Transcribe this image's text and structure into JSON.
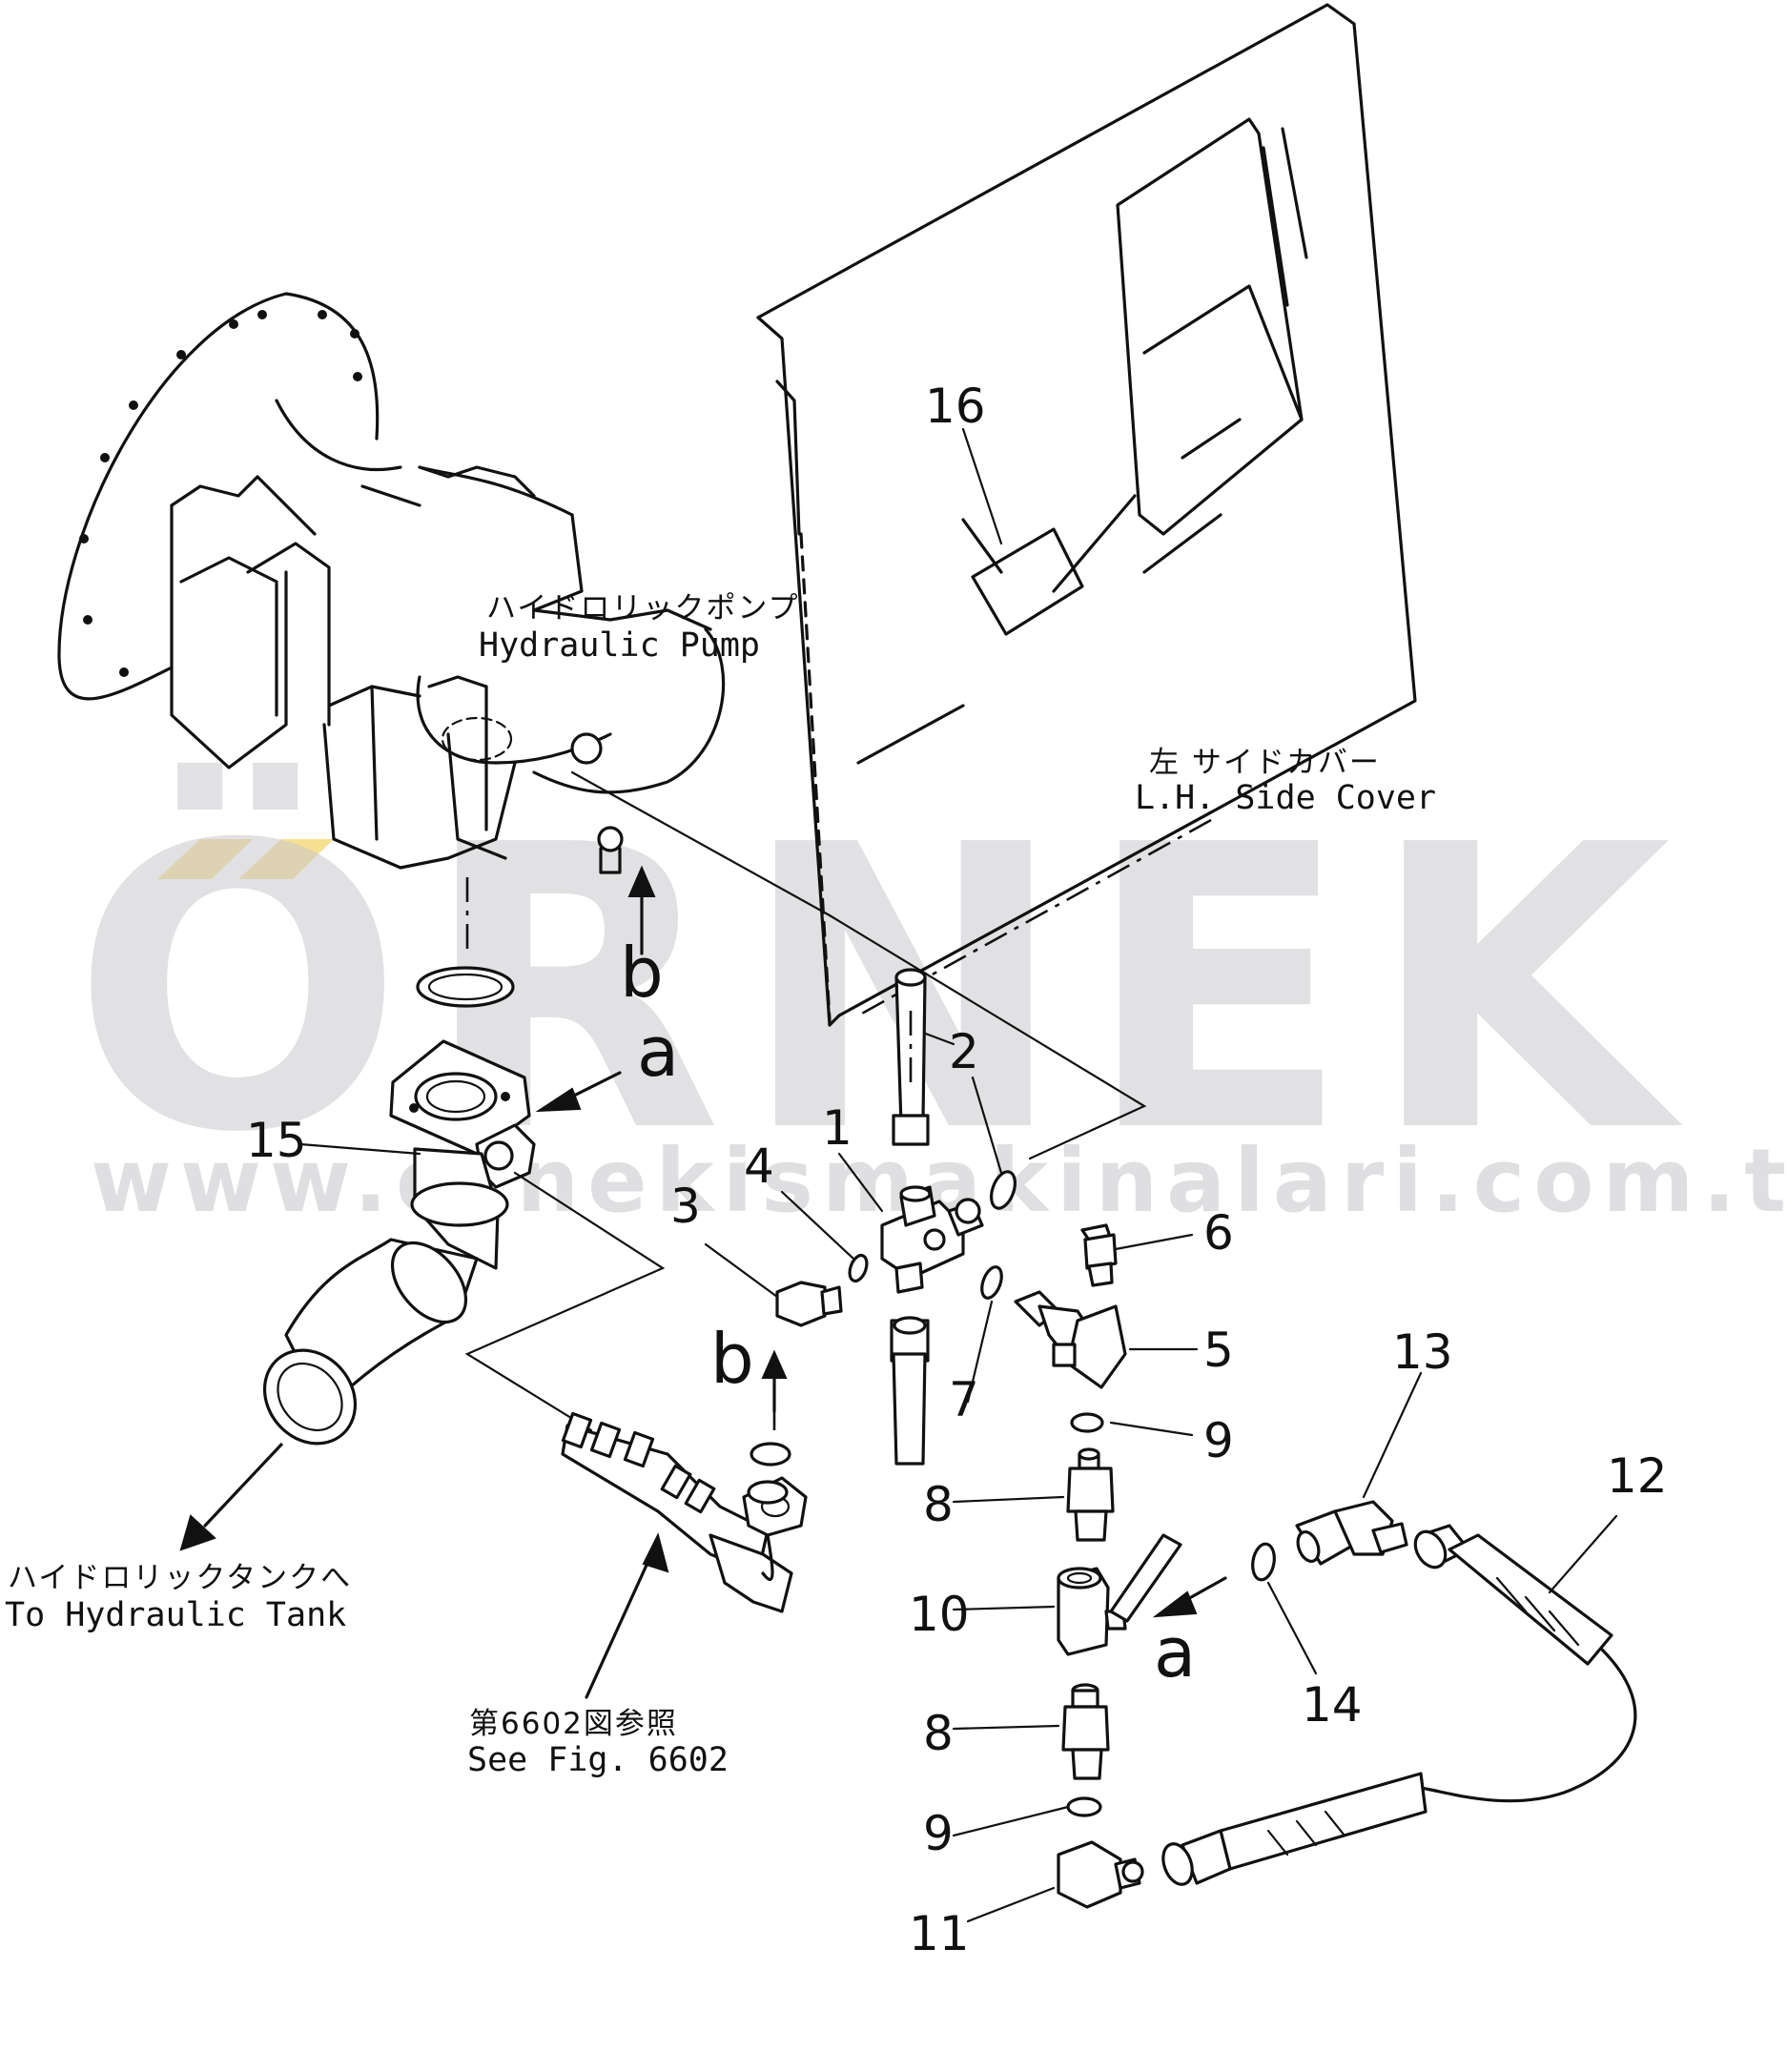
{
  "labels": {
    "pump_jp": "ハイドロリックポンプ",
    "pump_en": "Hydraulic  Pump",
    "cover_jp": "左  サイドカバー",
    "cover_en": "L.H.  Side  Cover",
    "tank_jp": "ハイドロリックタンクへ",
    "tank_en": "To  Hydraulic  Tank",
    "fig_jp": "第6602図参照",
    "fig_en": "See  Fig.  6602"
  },
  "markers": {
    "a": "a",
    "b": "b"
  },
  "part_numbers": {
    "p1": "1",
    "p2": "2",
    "p3": "3",
    "p4": "4",
    "p5": "5",
    "p6": "6",
    "p7": "7",
    "p8": "8",
    "p9": "9",
    "p10": "10",
    "p11": "11",
    "p12": "12",
    "p13": "13",
    "p14": "14",
    "p15": "15",
    "p16": "16"
  },
  "watermark": {
    "brand": "ÖRNEK",
    "url": "www.ornekismakinalari.com.tr",
    "accent": "#f5d775"
  },
  "colors": {
    "ink": "#111111",
    "watermark": "#c9c9ce"
  }
}
